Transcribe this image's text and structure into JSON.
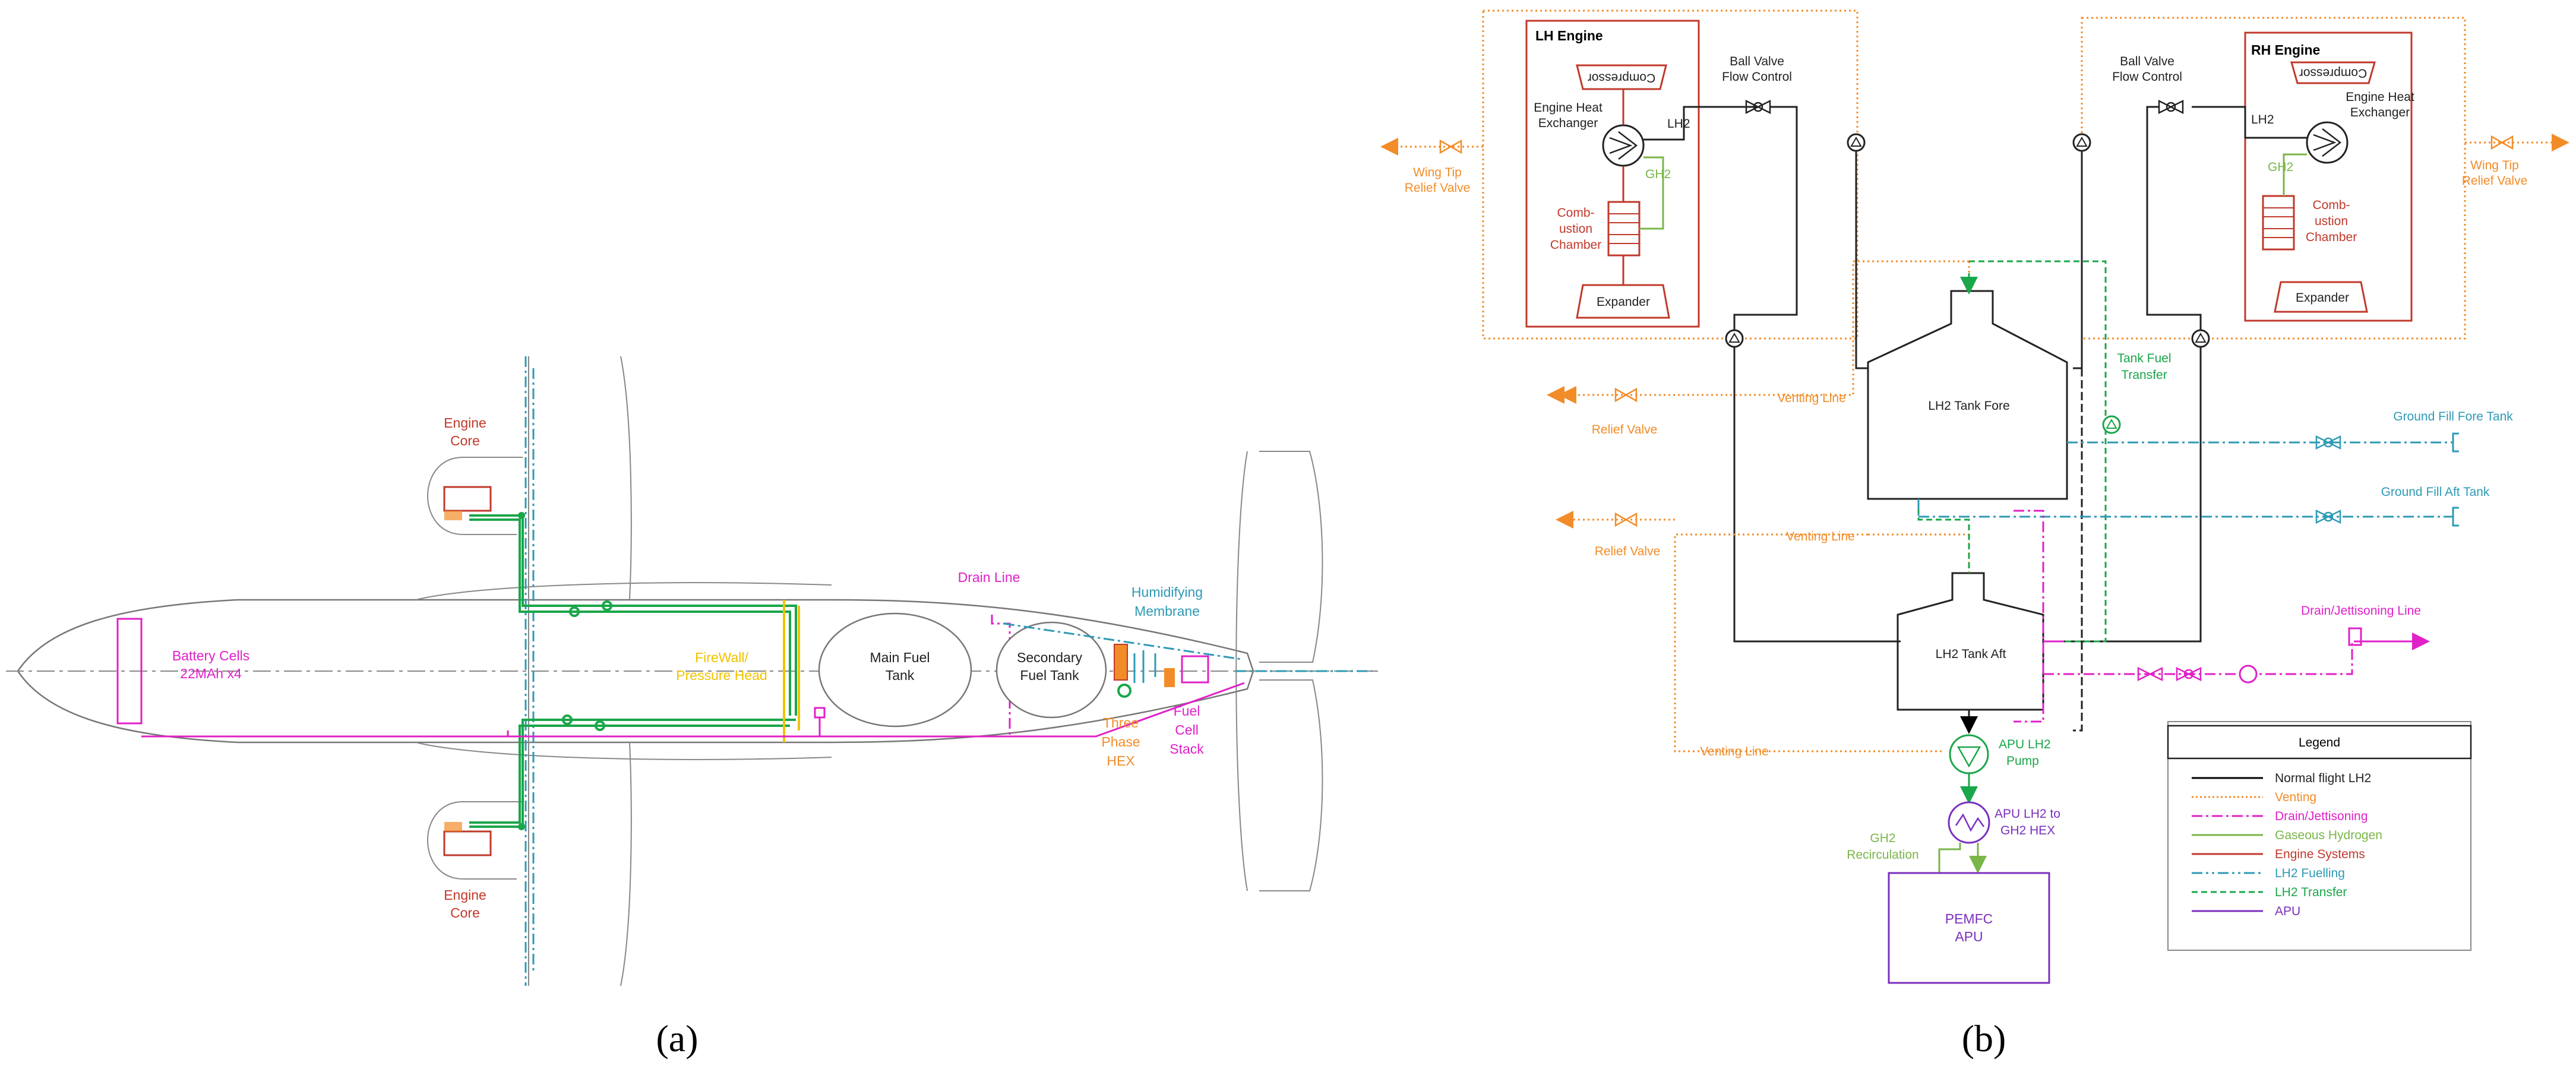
{
  "panel_a": {
    "caption": "(a)",
    "engine_core_top": [
      "Engine",
      "Core"
    ],
    "engine_core_bottom": [
      "Engine",
      "Core"
    ],
    "battery": [
      "Battery Cells",
      "22MAh x4"
    ],
    "firewall": [
      "FireWall/",
      "Pressure Head"
    ],
    "main_tank": [
      "Main Fuel",
      "Tank"
    ],
    "secondary_tank": [
      "Secondary",
      "Fuel Tank"
    ],
    "drain_line": "Drain Line",
    "humidifying": [
      "Humidifying",
      "Membrane"
    ],
    "three_phase": [
      "Three",
      "Phase",
      "HEX"
    ],
    "fuel_cell": [
      "Fuel",
      "Cell",
      "Stack"
    ]
  },
  "panel_b": {
    "caption": "(b)",
    "lh_engine": "LH Engine",
    "rh_engine": "RH Engine",
    "compressor": "Compressor",
    "expander": "Expander",
    "engine_hex": [
      "Engine Heat",
      "Exchanger"
    ],
    "combustion": [
      "Comb-",
      "ustion",
      "Chamber"
    ],
    "lh2": "LH2",
    "gh2": "GH2",
    "ball_valve": [
      "Ball Valve",
      "Flow Control"
    ],
    "wing_tip": [
      "Wing Tip",
      "Relief Valve"
    ],
    "relief_valve": "Relief Valve",
    "venting_line": "Venting Line",
    "tank_fore": "LH2 Tank Fore",
    "tank_aft": "LH2 Tank Aft",
    "tank_fuel_transfer": [
      "Tank Fuel",
      "Transfer"
    ],
    "ground_fill_fore": "Ground Fill Fore Tank",
    "ground_fill_aft": "Ground Fill Aft Tank",
    "drain_jett": "Drain/Jettisoning Line",
    "apu_pump": [
      "APU LH2",
      "Pump"
    ],
    "apu_hex": [
      "APU LH2 to",
      "GH2 HEX"
    ],
    "gh2_recirc": [
      "GH2",
      "Recirculation"
    ],
    "pemfc": [
      "PEMFC",
      "APU"
    ],
    "legend": {
      "title": "Legend",
      "items": [
        {
          "label": "Normal flight LH2",
          "color": "#000000",
          "dash": ""
        },
        {
          "label": "Venting",
          "color": "#f28c28",
          "dash": "3 4"
        },
        {
          "label": "Drain/Jettisoning",
          "color": "#e020c8",
          "dash": "18 6 4 6"
        },
        {
          "label": "Gaseous Hydrogen",
          "color": "#7ab648",
          "dash": ""
        },
        {
          "label": "Engine Systems",
          "color": "#c0392b",
          "dash": ""
        },
        {
          "label": "LH2 Fuelling",
          "color": "#2e9ab5",
          "dash": "18 6 4 6 4 6"
        },
        {
          "label": "LH2 Transfer",
          "color": "#1aa64a",
          "dash": "10 6"
        },
        {
          "label": "APU",
          "color": "#7b2fbe",
          "dash": ""
        }
      ]
    }
  },
  "colors": {
    "engine": "#c0392b",
    "venting": "#f28c28",
    "drain": "#e020c8",
    "gh2": "#7ab648",
    "fuelling": "#2e9ab5",
    "transfer": "#1aa64a",
    "apu": "#7b2fbe",
    "firewall": "#f2c200",
    "hex": "#f28c28"
  }
}
